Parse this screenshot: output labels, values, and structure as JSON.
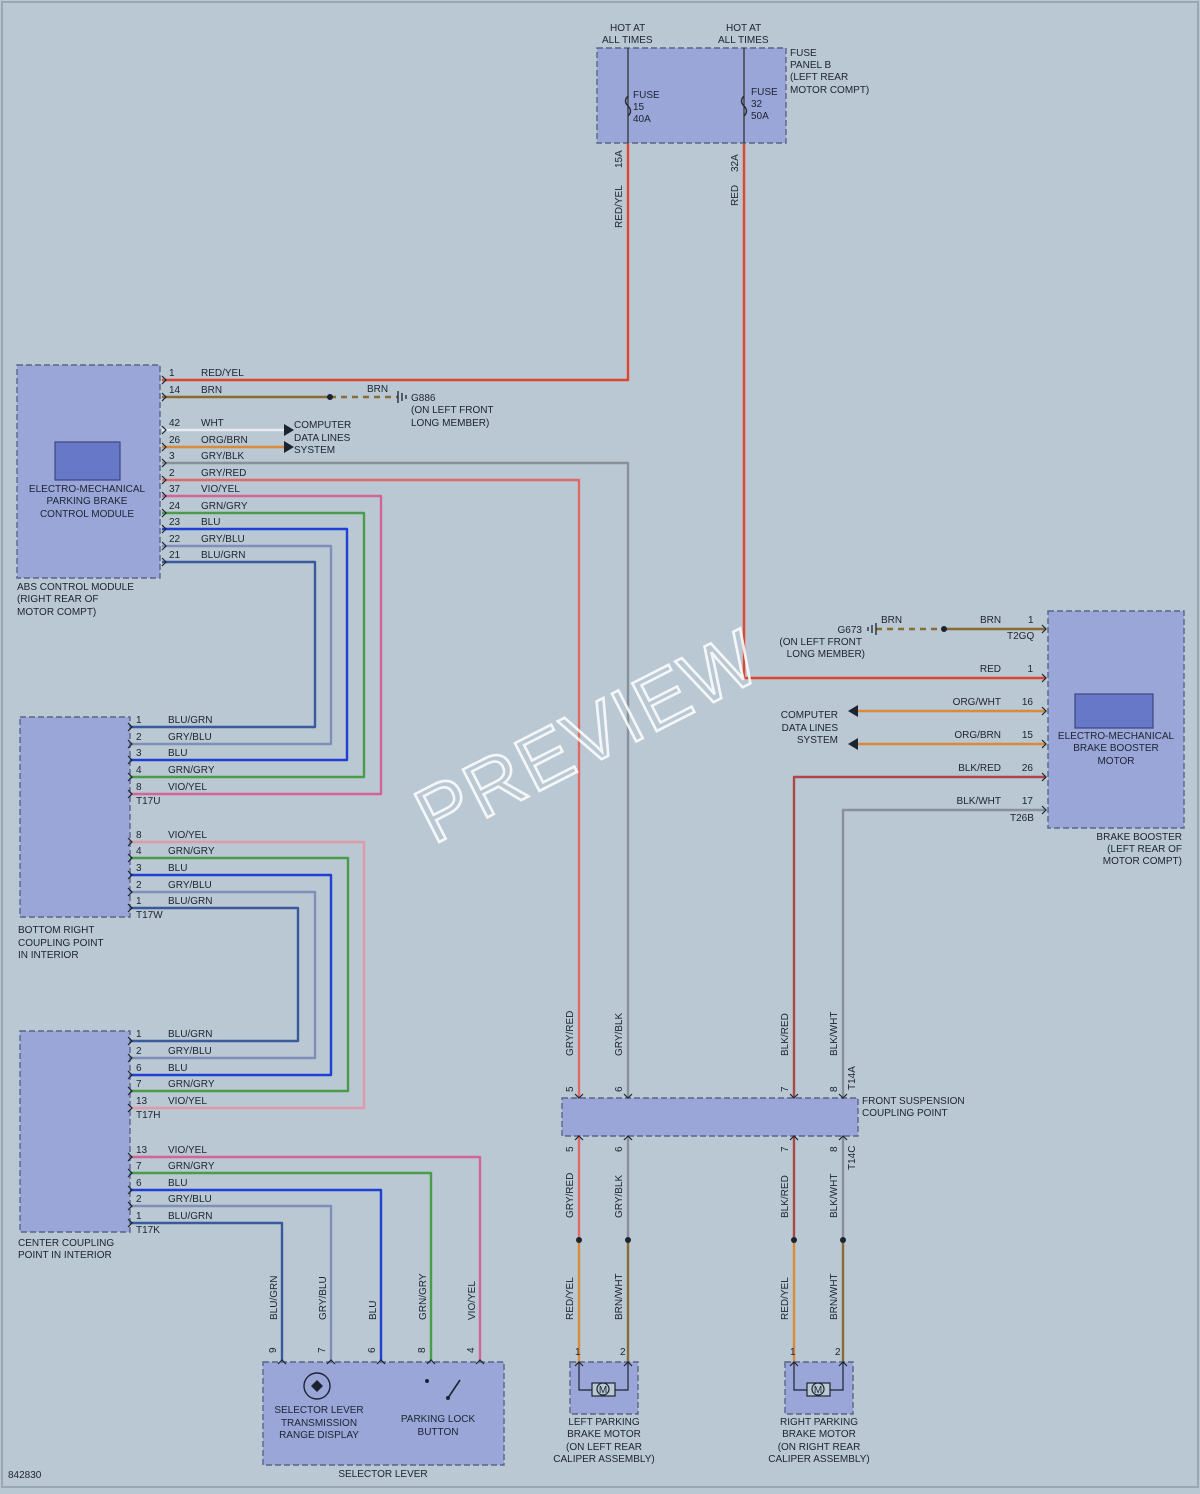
{
  "watermark": "PREVIEW",
  "image_code": "842830",
  "colors": {
    "red": "#e0452f",
    "brown": "#8a6b34",
    "orange": "#d98a3a",
    "gray": "#8a9099",
    "violet": "#d3649a",
    "green": "#4a9c4a",
    "blue": "#1f3fd6",
    "ltblue": "#7f8fb8",
    "black": "#2a2a2a"
  },
  "fuse_panel": {
    "label": [
      "FUSE",
      "PANEL B",
      "(LEFT REAR",
      "MOTOR COMPT)"
    ],
    "hot1": [
      "HOT AT",
      "ALL TIMES"
    ],
    "hot2": [
      "HOT AT",
      "ALL TIMES"
    ],
    "fuse1": [
      "FUSE",
      "15",
      "40A"
    ],
    "fuse2": [
      "FUSE",
      "32",
      "50A"
    ],
    "pin1": "15A",
    "pin2": "32A",
    "wire1": "RED/YEL",
    "wire2": "RED"
  },
  "abs_module": {
    "inner": [
      "ELECTRO-MECHANICAL",
      "PARKING BRAKE",
      "CONTROL MODULE"
    ],
    "label": [
      "ABS CONTROL MODULE",
      "(RIGHT REAR OF",
      "MOTOR COMPT)"
    ],
    "pins": [
      {
        "pin": "1",
        "wire": "RED/YEL"
      },
      {
        "pin": "14",
        "wire": "BRN"
      },
      {
        "pin": "42",
        "wire": "WHT"
      },
      {
        "pin": "26",
        "wire": "ORG/BRN"
      },
      {
        "pin": "3",
        "wire": "GRY/BLK"
      },
      {
        "pin": "2",
        "wire": "GRY/RED"
      },
      {
        "pin": "37",
        "wire": "VIO/YEL"
      },
      {
        "pin": "24",
        "wire": "GRN/GRY"
      },
      {
        "pin": "23",
        "wire": "BLU"
      },
      {
        "pin": "22",
        "wire": "GRY/BLU"
      },
      {
        "pin": "21",
        "wire": "BLU/GRN"
      }
    ],
    "data_lines": [
      "COMPUTER",
      "DATA LINES",
      "SYSTEM"
    ]
  },
  "ground_g886": {
    "wire": "BRN",
    "label": [
      "G886",
      "(ON LEFT FRONT",
      "LONG MEMBER)"
    ]
  },
  "bottom_right_cp": {
    "label": [
      "BOTTOM RIGHT",
      "COUPLING POINT",
      "IN INTERIOR"
    ],
    "t17u": [
      {
        "pin": "1",
        "wire": "BLU/GRN"
      },
      {
        "pin": "2",
        "wire": "GRY/BLU"
      },
      {
        "pin": "3",
        "wire": "BLU"
      },
      {
        "pin": "4",
        "wire": "GRN/GRY"
      },
      {
        "pin": "8",
        "wire": "VIO/YEL"
      }
    ],
    "t17u_name": "T17U",
    "t17w": [
      {
        "pin": "8",
        "wire": "VIO/YEL"
      },
      {
        "pin": "4",
        "wire": "GRN/GRY"
      },
      {
        "pin": "3",
        "wire": "BLU"
      },
      {
        "pin": "2",
        "wire": "GRY/BLU"
      },
      {
        "pin": "1",
        "wire": "BLU/GRN"
      }
    ],
    "t17w_name": "T17W"
  },
  "center_cp": {
    "label": [
      "CENTER COUPLING",
      "POINT IN INTERIOR"
    ],
    "t17h": [
      {
        "pin": "1",
        "wire": "BLU/GRN"
      },
      {
        "pin": "2",
        "wire": "GRY/BLU"
      },
      {
        "pin": "6",
        "wire": "BLU"
      },
      {
        "pin": "7",
        "wire": "GRN/GRY"
      },
      {
        "pin": "13",
        "wire": "VIO/YEL"
      }
    ],
    "t17h_name": "T17H",
    "t17k": [
      {
        "pin": "13",
        "wire": "VIO/YEL"
      },
      {
        "pin": "7",
        "wire": "GRN/GRY"
      },
      {
        "pin": "6",
        "wire": "BLU"
      },
      {
        "pin": "2",
        "wire": "GRY/BLU"
      },
      {
        "pin": "1",
        "wire": "BLU/GRN"
      }
    ],
    "t17k_name": "T17K"
  },
  "selector_lever": {
    "title": "SELECTOR LEVER",
    "display": [
      "SELECTOR LEVER",
      "TRANSMISSION",
      "RANGE DISPLAY"
    ],
    "button": [
      "PARKING LOCK",
      "BUTTON"
    ],
    "pins": [
      {
        "pin": "9",
        "wire": "BLU/GRN"
      },
      {
        "pin": "7",
        "wire": "GRY/BLU"
      },
      {
        "pin": "6",
        "wire": "BLU"
      },
      {
        "pin": "8",
        "wire": "GRN/GRY"
      },
      {
        "pin": "4",
        "wire": "VIO/YEL"
      }
    ]
  },
  "front_susp_cp": {
    "label": [
      "FRONT SUSPENSION",
      "COUPLING POINT"
    ],
    "top_name": "T14A",
    "bottom_name": "T14C",
    "pins": [
      {
        "pin": "5",
        "wire_top": "GRY/RED",
        "wire_bot": "GRY/RED",
        "wire_motor": "RED/YEL"
      },
      {
        "pin": "6",
        "wire_top": "GRY/BLK",
        "wire_bot": "GRY/BLK",
        "wire_motor": "BRN/WHT"
      },
      {
        "pin": "7",
        "wire_top": "BLK/RED",
        "wire_bot": "BLK/RED",
        "wire_motor": "RED/YEL"
      },
      {
        "pin": "8",
        "wire_top": "BLK/WHT",
        "wire_bot": "BLK/WHT",
        "wire_motor": "BRN/WHT"
      }
    ]
  },
  "left_motor": {
    "label": [
      "LEFT PARKING",
      "BRAKE MOTOR",
      "(ON LEFT REAR",
      "CALIPER ASSEMBLY)"
    ],
    "pin1": "1",
    "pin2": "2",
    "symbol": "M"
  },
  "right_motor": {
    "label": [
      "RIGHT PARKING",
      "BRAKE MOTOR",
      "(ON RIGHT REAR",
      "CALIPER ASSEMBLY)"
    ],
    "pin1": "1",
    "pin2": "2",
    "symbol": "M"
  },
  "brake_booster": {
    "inner": [
      "ELECTRO-MECHANICAL",
      "BRAKE BOOSTER",
      "MOTOR"
    ],
    "label": [
      "BRAKE BOOSTER",
      "(LEFT REAR OF",
      "MOTOR COMPT)"
    ],
    "t2gq": {
      "name": "T2GQ",
      "pin": "1",
      "wire": "BRN"
    },
    "t26b_name": "T26B",
    "pins": [
      {
        "pin": "1",
        "wire": "RED"
      },
      {
        "pin": "16",
        "wire": "ORG/WHT"
      },
      {
        "pin": "15",
        "wire": "ORG/BRN"
      },
      {
        "pin": "26",
        "wire": "BLK/RED"
      },
      {
        "pin": "17",
        "wire": "BLK/WHT"
      }
    ],
    "data_lines": [
      "COMPUTER",
      "DATA LINES",
      "SYSTEM"
    ]
  },
  "ground_g673": {
    "wire": "BRN",
    "label": [
      "G673",
      "(ON LEFT FRONT",
      "LONG MEMBER)"
    ]
  }
}
